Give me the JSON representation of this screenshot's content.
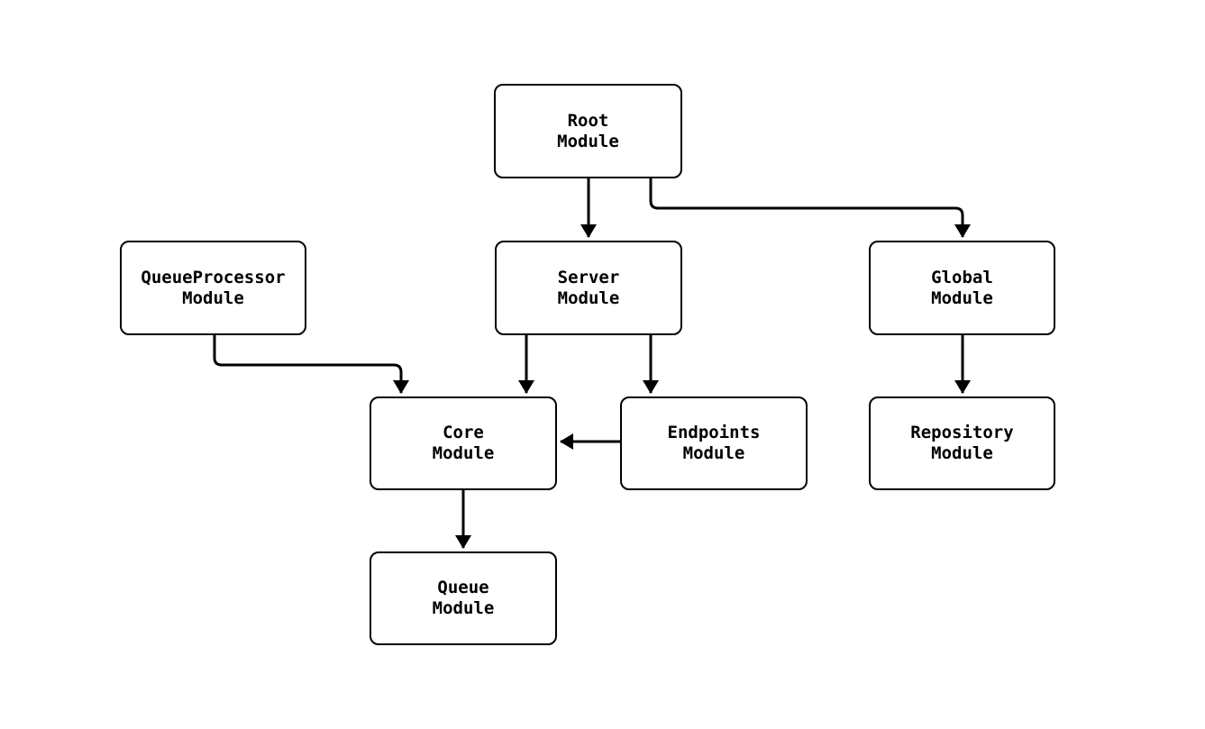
{
  "diagram": {
    "type": "module-dependency-flowchart",
    "colors": {
      "background": "#ffffff",
      "node_fill": "#ffffff",
      "node_border": "#000000",
      "edge": "#000000",
      "text": "#000000"
    },
    "nodes": [
      {
        "id": "root",
        "label": "Root\nModule"
      },
      {
        "id": "queueprocessor",
        "label": "QueueProcessor\nModule"
      },
      {
        "id": "server",
        "label": "Server\nModule"
      },
      {
        "id": "global",
        "label": "Global\nModule"
      },
      {
        "id": "core",
        "label": "Core\nModule"
      },
      {
        "id": "endpoints",
        "label": "Endpoints\nModule"
      },
      {
        "id": "repository",
        "label": "Repository\nModule"
      },
      {
        "id": "queue",
        "label": "Queue\nModule"
      }
    ],
    "edges": [
      {
        "from": "Root Module",
        "to": "Server Module"
      },
      {
        "from": "Root Module",
        "to": "Global Module"
      },
      {
        "from": "QueueProcessor Module",
        "to": "Core Module"
      },
      {
        "from": "Server Module",
        "to": "Core Module"
      },
      {
        "from": "Server Module",
        "to": "Endpoints Module"
      },
      {
        "from": "Endpoints Module",
        "to": "Core Module"
      },
      {
        "from": "Global Module",
        "to": "Repository Module"
      },
      {
        "from": "Core Module",
        "to": "Queue Module"
      }
    ]
  }
}
